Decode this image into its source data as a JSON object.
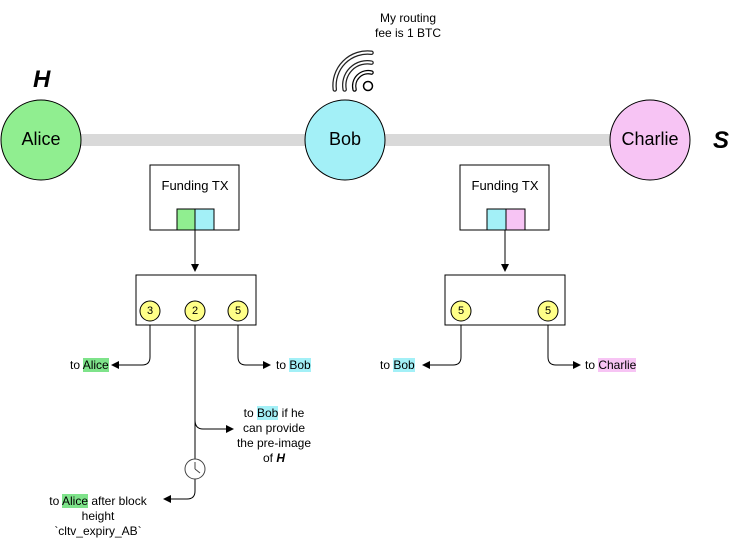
{
  "nodes": {
    "alice": "Alice",
    "bob": "Bob",
    "charlie": "Charlie"
  },
  "labels": {
    "hash_letter": "H",
    "secret_letter": "S",
    "bob_speech_line1": "My routing",
    "bob_speech_line2": "fee is 1 BTC"
  },
  "left_channel": {
    "funding_title": "Funding TX",
    "outputs": [
      "3",
      "2",
      "5"
    ],
    "to_alice_prefix": "to ",
    "to_alice_name": "Alice",
    "to_bob_prefix": "to ",
    "to_bob_name": "Bob",
    "htlc_success_line1_prefix": "to ",
    "htlc_success_line1_name": "Bob",
    "htlc_success_line1_suffix": " if he",
    "htlc_success_line2": "can provide",
    "htlc_success_line3": "the pre-image",
    "htlc_success_line4_prefix": "of ",
    "htlc_success_line4_hash": "H",
    "htlc_timeout_line1_prefix": "to ",
    "htlc_timeout_line1_name": "Alice",
    "htlc_timeout_line1_suffix": " after block",
    "htlc_timeout_line2": "height",
    "htlc_timeout_line3": "`cltv_expiry_AB`"
  },
  "right_channel": {
    "funding_title": "Funding TX",
    "outputs": [
      "5",
      "5"
    ],
    "to_bob_prefix": "to ",
    "to_bob_name": "Bob",
    "to_charlie_prefix": "to ",
    "to_charlie_name": "Charlie"
  },
  "colors": {
    "alice": "#90ee90",
    "bob": "#a3f0f7",
    "charlie": "#f7c4f4",
    "channel_line": "#d9d9d9",
    "coin": "#ffff88"
  },
  "icons": {
    "bob_signal": "wifi-signal-icon",
    "timelock": "clock-icon"
  }
}
